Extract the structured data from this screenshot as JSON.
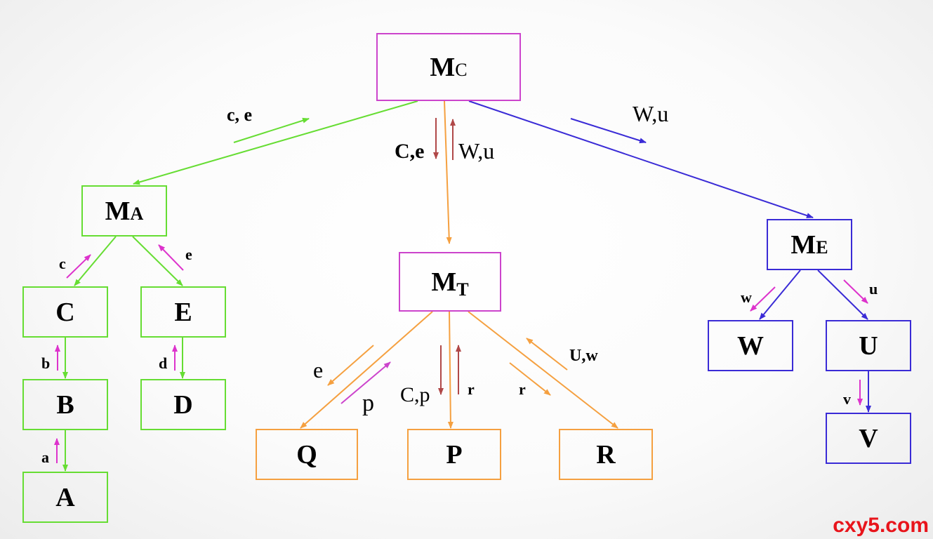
{
  "nodes": {
    "mc": {
      "main": "M",
      "sub": "C"
    },
    "ma": {
      "main": "M",
      "sub": "A"
    },
    "mt": {
      "main": "M",
      "sub": "T"
    },
    "me": {
      "main": "M",
      "sub": "E"
    },
    "c": "C",
    "e": "E",
    "b": "B",
    "d": "D",
    "a": "A",
    "q": "Q",
    "p": "P",
    "r": "R",
    "w": "W",
    "u": "U",
    "v": "V"
  },
  "edge_labels": {
    "mc_ma": "c, e",
    "mc_mt_down": "C,e",
    "mc_mt_up": "W,u",
    "mc_me": "W,u",
    "ma_c": "c",
    "ma_e": "e",
    "c_b": "b",
    "e_d": "d",
    "b_a": "a",
    "mt_q_down": "e",
    "mt_q_up": "p",
    "mt_p_down": "C,p",
    "mt_p_up": "r",
    "mt_r_down": "r",
    "mt_r_up": "U,w",
    "me_w": "w",
    "me_u": "u",
    "u_v": "v"
  },
  "colors": {
    "green": "#66dd33",
    "orange": "#f5a040",
    "magenta_border": "#cc44cc",
    "blue": "#3a2bd6",
    "pink_arrow": "#dd33cc",
    "brown_arrow": "#b04848",
    "watermark": "#e8141b"
  },
  "watermark": "cxy5.com"
}
